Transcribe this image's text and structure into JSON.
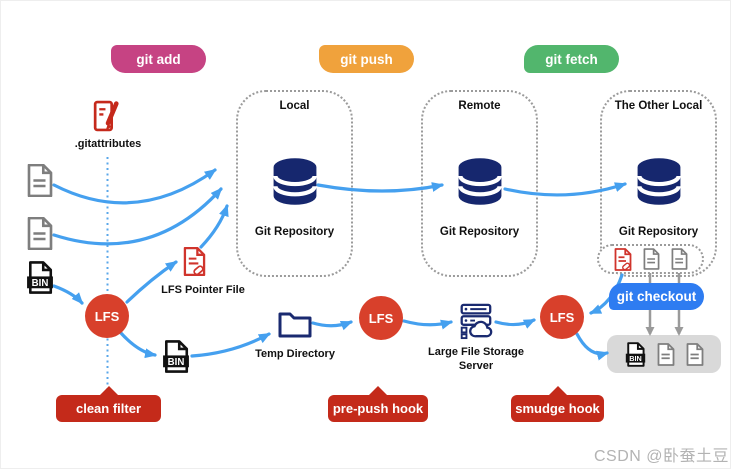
{
  "commands": {
    "git_add": "git add",
    "git_push": "git push",
    "git_fetch": "git fetch"
  },
  "repos": [
    {
      "title": "Local",
      "caption": "Git Repository"
    },
    {
      "title": "Remote",
      "caption": "Git Repository"
    },
    {
      "title": "The Other Local",
      "caption": "Git Repository"
    }
  ],
  "nodes": {
    "gitattributes_label": ".gitattributes",
    "lfs_label": "LFS",
    "bin_label": "BIN",
    "lfs_pointer_file_label": "LFS Pointer File",
    "temp_directory_label": "Temp Directory",
    "lfs_server_label_line1": "Large File Storage",
    "lfs_server_label_line2": "Server",
    "git_checkout_label": "git checkout"
  },
  "banners": {
    "clean_filter": "clean filter",
    "pre_push_hook": "pre-push hook",
    "smudge_hook": "smudge hook"
  },
  "watermark": "CSDN @卧蚕土豆",
  "colors": {
    "git_add_pill": "#c64383",
    "git_push_pill": "#f0a23c",
    "git_fetch_pill": "#52b66d",
    "lfs_circle": "#d8402b",
    "banner_red": "#c42a1a",
    "checkout_blue": "#2e7cf1",
    "arrow_blue": "#45a0ef",
    "arrow_gray": "#9a9a9a",
    "database_navy": "#16276e",
    "doc_gray": "#7e7e7e",
    "pointer_red": "#d0342c"
  }
}
